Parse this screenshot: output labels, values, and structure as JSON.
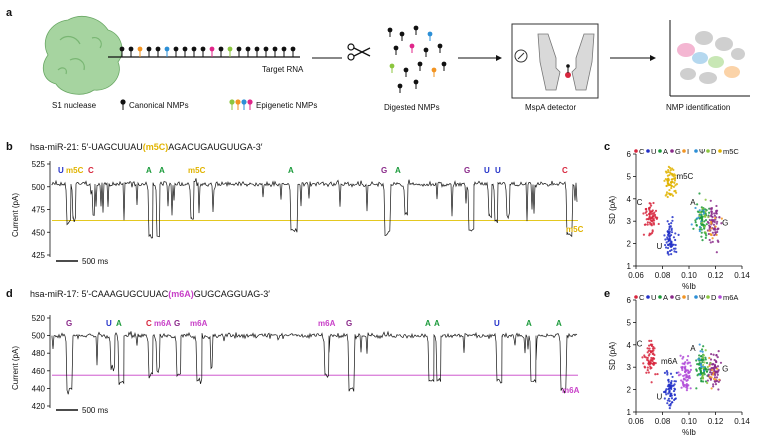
{
  "panel_a": {
    "label": "a",
    "nuclease_label": "S1 nuclease",
    "target_rna_label": "Target RNA",
    "canonical_label": "Canonical NMPs",
    "epigenetic_label": "Epigenetic NMPs",
    "digested_label": "Digested NMPs",
    "detector_label": "MspA detector",
    "identification_label": "NMP identification",
    "scissors_icon": "scissors-icon",
    "colors": {
      "enzyme": "#a6d4a0",
      "canonical": "#111111",
      "orange": "#f29422",
      "blue": "#2c8fd6",
      "pink": "#e0268a",
      "green": "#8cc63f",
      "red": "#d7263d"
    }
  },
  "panel_b": {
    "label": "b",
    "seq_prefix": "hsa-miR-21: 5′-UAGCUUAU",
    "seq_mod": "(m5C)",
    "seq_suffix": "AGACUGAUGUUGA-3′",
    "mod_color": "#e0b300",
    "ylabel": "Current (pA)",
    "yticks": [
      "525",
      "500",
      "475",
      "450",
      "425"
    ],
    "scale_bar": "500 ms",
    "event_labels": [
      "U",
      "m5C",
      "C",
      "A",
      "A",
      "m5C",
      "A",
      "G",
      "A",
      "G",
      "U",
      "U",
      "C"
    ],
    "side_label": "m5C",
    "ref_line_value": 463
  },
  "panel_c": {
    "label": "c",
    "legend": [
      "C",
      "U",
      "A",
      "G",
      "I",
      "Ψ",
      "D",
      "m5C"
    ],
    "ylabel": "SD (pA)",
    "xlabel": "%Ib",
    "xticks": [
      "0.06",
      "0.08",
      "0.10",
      "0.12",
      "0.14"
    ],
    "yticks": [
      "6",
      "5",
      "4",
      "3",
      "2",
      "1"
    ],
    "cluster_labels": [
      "C",
      "U",
      "m5C",
      "A",
      "G"
    ]
  },
  "panel_d": {
    "label": "d",
    "seq_prefix": "hsa-miR-17: 5′-CAAAGUGCUUAC",
    "seq_mod": "(m6A)",
    "seq_suffix": "GUGCAGGUAG-3′",
    "mod_color": "#c840c8",
    "ylabel": "Current (pA)",
    "yticks": [
      "520",
      "500",
      "480",
      "460",
      "440",
      "420"
    ],
    "scale_bar": "500 ms",
    "event_labels": [
      "G",
      "U",
      "A",
      "C",
      "m6A",
      "G",
      "m6A",
      "m6A",
      "G",
      "A",
      "A",
      "U",
      "A",
      "A"
    ],
    "side_label": "m6A",
    "ref_line_value": 455
  },
  "panel_e": {
    "label": "e",
    "legend": [
      "C",
      "U",
      "A",
      "G",
      "I",
      "Ψ",
      "D",
      "m6A"
    ],
    "ylabel": "SD (pA)",
    "xlabel": "%Ib",
    "xticks": [
      "0.06",
      "0.08",
      "0.10",
      "0.12",
      "0.14"
    ],
    "yticks": [
      "6",
      "5",
      "4",
      "3",
      "2",
      "1"
    ],
    "cluster_labels": [
      "C",
      "m6A",
      "U",
      "A",
      "G"
    ]
  },
  "chart_data": [
    {
      "type": "scatter",
      "title": "",
      "xlabel": "%Ib",
      "ylabel": "SD (pA)",
      "xlim": [
        0.06,
        0.14
      ],
      "ylim": [
        1,
        6
      ],
      "legend_placement": "top",
      "series": [
        {
          "name": "C",
          "color": "#d7263d",
          "center": [
            0.071,
            3.1
          ]
        },
        {
          "name": "U",
          "color": "#2230c8",
          "center": [
            0.086,
            2.2
          ]
        },
        {
          "name": "A",
          "color": "#1a9a3a",
          "center": [
            0.11,
            3.0
          ]
        },
        {
          "name": "G",
          "color": "#8a2a8a",
          "center": [
            0.119,
            2.9
          ]
        },
        {
          "name": "I",
          "color": "#f29422",
          "center": [
            0.118,
            2.7
          ]
        },
        {
          "name": "Ψ",
          "color": "#2c8fd6",
          "center": [
            0.109,
            3.2
          ]
        },
        {
          "name": "D",
          "color": "#8cc63f",
          "center": [
            0.112,
            3.1
          ]
        },
        {
          "name": "m5C",
          "color": "#e0b300",
          "center": [
            0.086,
            4.8
          ]
        }
      ]
    },
    {
      "type": "scatter",
      "title": "",
      "xlabel": "%Ib",
      "ylabel": "SD (pA)",
      "xlim": [
        0.06,
        0.14
      ],
      "ylim": [
        1,
        6
      ],
      "legend_placement": "top",
      "series": [
        {
          "name": "C",
          "color": "#d7263d",
          "center": [
            0.071,
            3.3
          ]
        },
        {
          "name": "U",
          "color": "#2230c8",
          "center": [
            0.086,
            2.0
          ]
        },
        {
          "name": "A",
          "color": "#1a9a3a",
          "center": [
            0.11,
            3.0
          ]
        },
        {
          "name": "G",
          "color": "#8a2a8a",
          "center": [
            0.119,
            2.9
          ]
        },
        {
          "name": "I",
          "color": "#f29422",
          "center": [
            0.118,
            2.7
          ]
        },
        {
          "name": "Ψ",
          "color": "#2c8fd6",
          "center": [
            0.109,
            3.2
          ]
        },
        {
          "name": "D",
          "color": "#8cc63f",
          "center": [
            0.112,
            3.1
          ]
        },
        {
          "name": "m6A",
          "color": "#b04ad8",
          "center": [
            0.097,
            2.7
          ]
        }
      ]
    }
  ]
}
